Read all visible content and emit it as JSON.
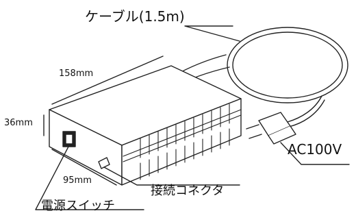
{
  "labels": {
    "cable": "ケーブル(1.5m)",
    "ac_plug": "AC100V",
    "connector": "接続コネクタ",
    "power_switch": "電源スイッチ"
  },
  "dimensions": {
    "length": "158mm",
    "height": "36mm",
    "width": "95mm"
  }
}
